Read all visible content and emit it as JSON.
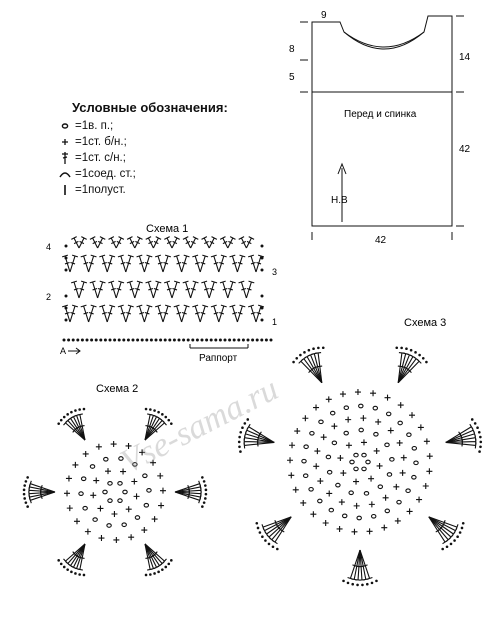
{
  "legend": {
    "title": "Условные обозначения:",
    "items": [
      {
        "symbol": "chain-stitch-icon",
        "text": "=1в. п.;"
      },
      {
        "symbol": "single-crochet-icon",
        "text": "=1ст. б/н.;"
      },
      {
        "symbol": "double-crochet-icon",
        "text": "=1ст. с/н.;"
      },
      {
        "symbol": "slip-stitch-icon",
        "text": "=1соед. ст.;"
      },
      {
        "symbol": "half-double-icon",
        "text": "=1полуст."
      }
    ]
  },
  "garment": {
    "panel_label": "Перед и спинка",
    "direction_label": "Н.В",
    "dims": {
      "shoulder": "9",
      "neck_depth": "8",
      "armhole_extra": "5",
      "armhole": "14",
      "body_height": "42",
      "width": "42"
    }
  },
  "scheme1": {
    "title": "Схема 1",
    "row_labels": {
      "r1": "1",
      "r2": "2",
      "r3": "3",
      "r4": "4"
    },
    "start_label": "A",
    "repeat_label": "Раппорт"
  },
  "scheme2": {
    "title": "Схема 2"
  },
  "scheme3": {
    "title": "Схема 3"
  },
  "watermark": "Vse-sama.ru",
  "colors": {
    "ink": "#111111",
    "watermark": "#9a9a9a"
  }
}
